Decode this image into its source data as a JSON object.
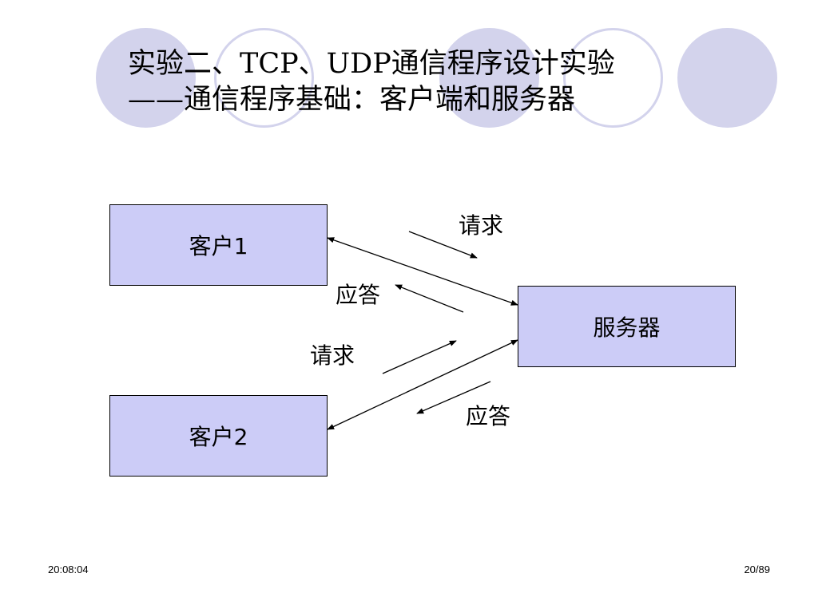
{
  "title": {
    "line1": "实验二、TCP、UDP通信程序设计实验",
    "line2": "——通信程序基础：客户端和服务器"
  },
  "diagram": {
    "client1": "客户1",
    "client2": "客户2",
    "server": "服务器",
    "client1_request": "请求",
    "client1_response": "应答",
    "client2_request": "请求",
    "client2_response": "应答"
  },
  "footer": {
    "time": "20:08:04",
    "page": "20/89"
  },
  "colors": {
    "box_fill": "#ccccf7",
    "decoration": "#d3d3ec",
    "line": "#000000"
  }
}
